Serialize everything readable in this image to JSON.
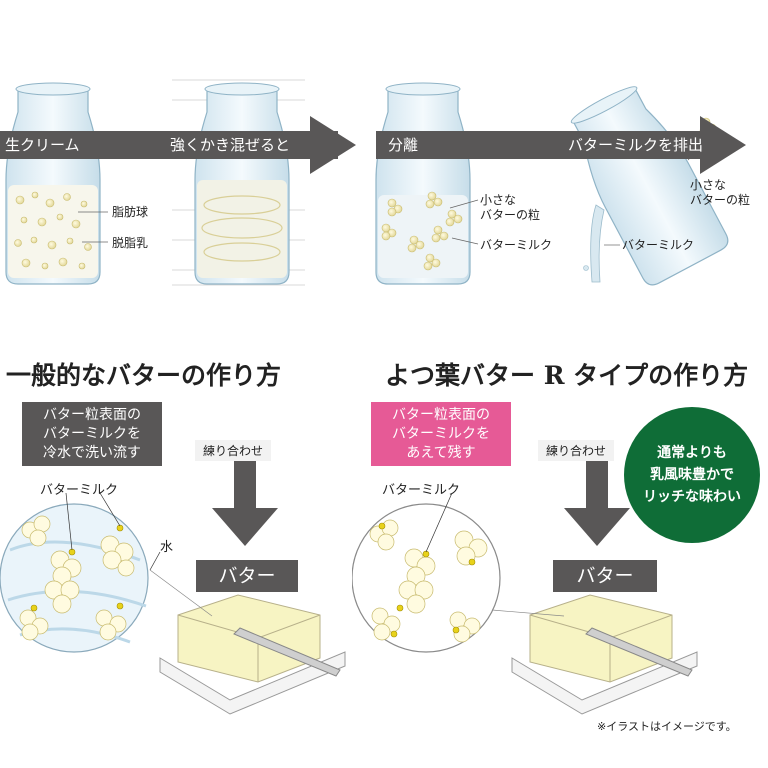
{
  "steps": [
    {
      "label": "生クリーム",
      "notes": [
        "脂肪球",
        "脱脂乳"
      ]
    },
    {
      "label": "強くかき混ぜると"
    },
    {
      "label": "分離",
      "notes": [
        "小さな",
        "バターの粒",
        "バターミルク"
      ]
    },
    {
      "label": "バターミルクを排出",
      "notes": [
        "小さな",
        "バターの粒",
        "バターミルク"
      ]
    }
  ],
  "left_method": {
    "heading": "一般的なバターの作り方",
    "box_lines": [
      "バター粒表面の",
      "バターミルクを",
      "冷水で洗い流す"
    ],
    "box_color": "#595757",
    "join_label": "練り合わせ",
    "buttermilk_label": "バターミルク",
    "water_label": "水",
    "butter_label": "バター"
  },
  "right_method": {
    "heading": "よつ葉バター R タイプの作り方",
    "box_lines": [
      "バター粒表面の",
      "バターミルクを",
      "あえて残す"
    ],
    "box_color": "#e65a96",
    "join_label": "練り合わせ",
    "buttermilk_label": "バターミルク",
    "butter_label": "バター",
    "badge_lines": [
      "通常よりも",
      "乳風味豊かで",
      "リッチな味わい"
    ],
    "badge_color": "#0f6d37"
  },
  "footnote": "※イラストはイメージです。"
}
